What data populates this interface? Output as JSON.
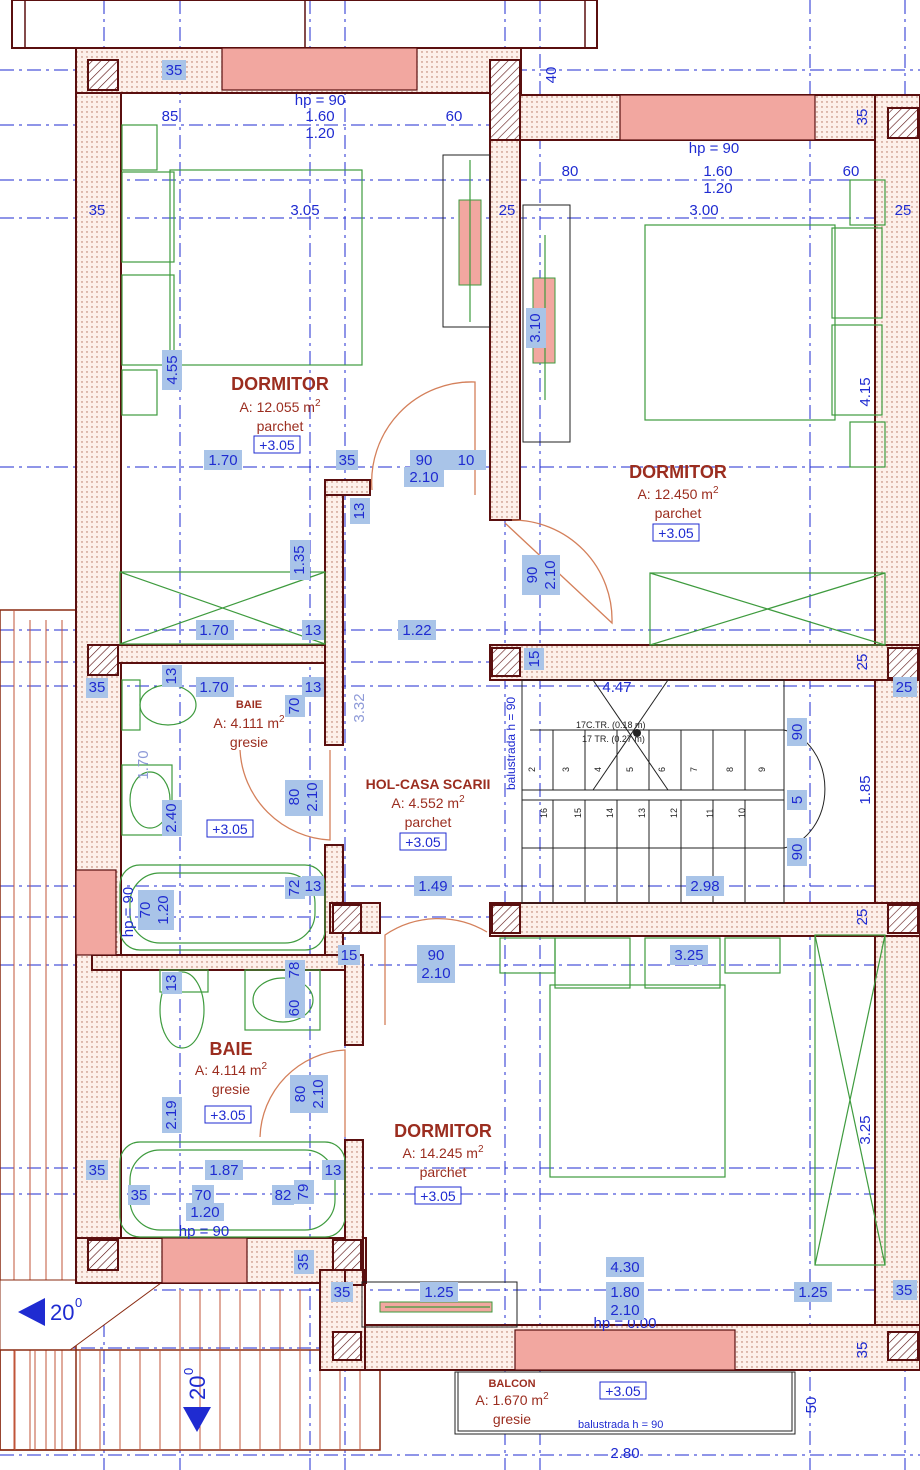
{
  "rooms": {
    "dorm1": {
      "name": "DORMITOR",
      "area": "A: 12.055 m",
      "floor": "parchet",
      "level": "+3.05"
    },
    "dorm2": {
      "name": "DORMITOR",
      "area": "A: 12.450 m",
      "floor": "parchet",
      "level": "+3.05"
    },
    "baie1": {
      "name": "BAIE",
      "area": "A: 4.111 m",
      "floor": "gresie",
      "level": "+3.05"
    },
    "hol": {
      "name": "HOL-CASA SCARII",
      "area": "A: 4.552 m",
      "floor": "parchet",
      "level": "+3.05"
    },
    "baie2": {
      "name": "BAIE",
      "area": "A: 4.114 m",
      "floor": "gresie",
      "level": "+3.05"
    },
    "dorm3": {
      "name": "DORMITOR",
      "area": "A: 14.245 m",
      "floor": "parchet",
      "level": "+3.05"
    },
    "balcon": {
      "name": "BALCON",
      "area": "A: 1.670 m",
      "floor": "gresie",
      "level": "+3.05"
    }
  },
  "sup": "2",
  "hp": {
    "h1": "hp = 90",
    "h2": "hp = 90",
    "h3": "hp = 90",
    "h4": "hp = 90",
    "h5": "hp = 0.00"
  },
  "stairs": {
    "line1": "17C.TR. (0.18 m)",
    "line2": "17 TR. (0.27 m)",
    "top_steps": [
      "2",
      "3",
      "4",
      "5",
      "6",
      "7",
      "8",
      "9"
    ],
    "bottom_steps": [
      "16",
      "15",
      "14",
      "13",
      "12",
      "11",
      "10"
    ],
    "balustrada": "balustrada h = 90",
    "balustrada2": "balustrada h = 90"
  },
  "roof": {
    "slope1": "20",
    "slope2": "20",
    "deg": "0"
  },
  "dims": {
    "d35a": "35",
    "d40": "40",
    "d85": "85",
    "d160a": "1.60",
    "d120a": "1.20",
    "d60a": "60",
    "d35b": "35",
    "d80": "80",
    "d160b": "1.60",
    "d120b": "1.20",
    "d60b": "60",
    "d35c": "35",
    "d305": "3.05",
    "d25a": "25",
    "d300": "3.00",
    "d25b": "25",
    "d455": "4.55",
    "d310": "3.10",
    "d415": "4.15",
    "d170a": "1.70",
    "d35d": "35",
    "d90a": "90",
    "d10": "10",
    "d210a": "2.10",
    "d13a": "13",
    "d135": "1.35",
    "d90b": "90",
    "d210b": "2.10",
    "d170b": "1.70",
    "d13b": "13",
    "d122": "1.22",
    "d15": "15",
    "d25c": "25",
    "d35e": "35",
    "d13c": "13",
    "d170c": "1.70",
    "d13d": "13",
    "d70a": "70",
    "d447": "4.47",
    "d25d": "25",
    "d332": "3.32",
    "d170d": "1.70",
    "d240": "2.40",
    "d80b": "80",
    "d210c": "2.10",
    "d90c": "90",
    "d5": "5",
    "d185": "1.85",
    "d90d": "90",
    "d120c": "1.20",
    "d70b": "70",
    "d72": "72",
    "d13e": "13",
    "d149": "1.49",
    "d298": "2.98",
    "d25e": "25",
    "d15b": "15",
    "d90e": "90",
    "d210d": "2.10",
    "d325a": "3.25",
    "d13f": "13",
    "d60c": "60",
    "d78": "78",
    "d219": "2.19",
    "d80c": "80",
    "d210e": "2.10",
    "d325b": "3.25",
    "d35f": "35",
    "d187": "1.87",
    "d13g": "13",
    "d35g": "35",
    "d70c": "70",
    "d82": "82",
    "d79": "79",
    "d120d": "1.20",
    "d35h": "35",
    "d430": "4.30",
    "d35i": "35",
    "d125a": "1.25",
    "d180": "1.80",
    "d125b": "1.25",
    "d210f": "2.10",
    "d35j": "35",
    "d50": "50",
    "d280": "2.80",
    "d35k": "35"
  }
}
